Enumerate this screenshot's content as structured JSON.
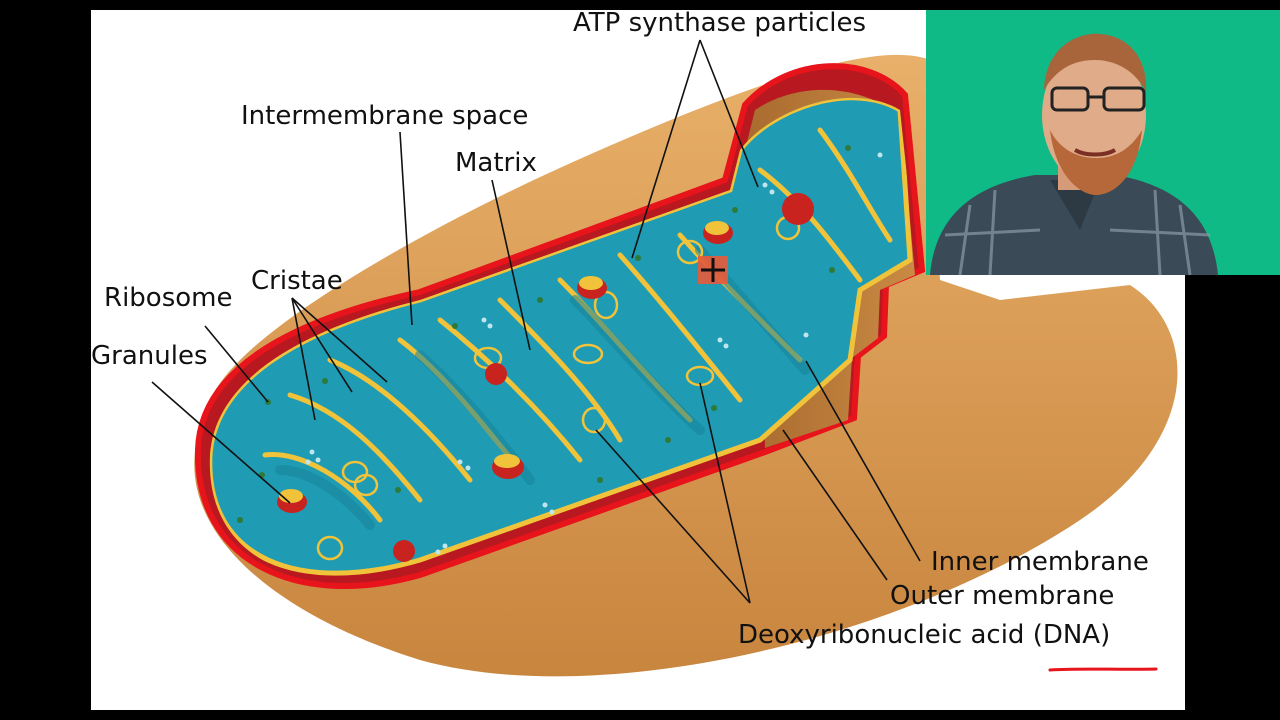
{
  "labels": {
    "atp_synthase": "ATP synthase particles",
    "intermembrane_space": "Intermembrane space",
    "matrix": "Matrix",
    "cristae": "Cristae",
    "ribosome": "Ribosome",
    "granules": "Granules",
    "inner_membrane": "Inner membrane",
    "outer_membrane": "Outer membrane",
    "dna": "Deoxyribonucleic acid (DNA)"
  },
  "webcam": {
    "background_color": "#0fba86"
  },
  "colors": {
    "outer_shell": "#d89a52",
    "outer_membrane": "#e8141c",
    "matrix": "#1f9bb4",
    "inner_membrane": "#f0c33a",
    "annotation_underline": "#e8141c"
  }
}
